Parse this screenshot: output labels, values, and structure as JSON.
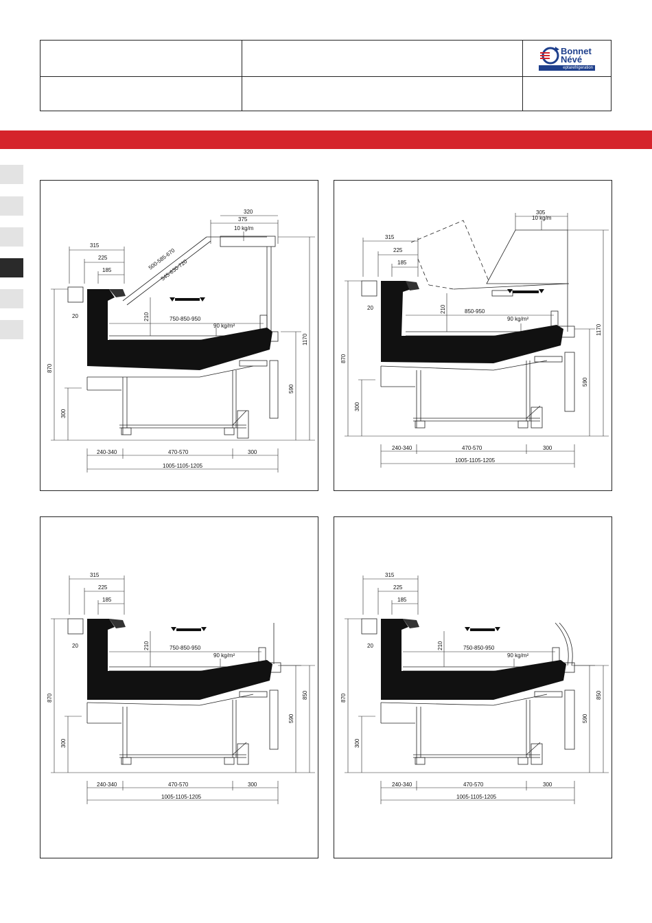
{
  "header": {
    "logo_line1": "Bonnet",
    "logo_line2": "Névé",
    "logo_tagline": "eptarefrigeration"
  },
  "colors": {
    "band": "#d5242b",
    "brand": "#1e3f8c",
    "tab": "#e3e3e3",
    "tab_active": "#2a2a2a"
  },
  "drawings": [
    {
      "top_dims": [
        "375",
        "320"
      ],
      "load_top": "10 kg/m",
      "glass_dims_1": "500-585-670",
      "glass_dims_2": "545-630-720",
      "left_dims": [
        "315",
        "225",
        "185"
      ],
      "small_dim": "20",
      "shelf_h": "210",
      "depth": "750-850-950",
      "load_shelf": "90  kg/m²",
      "heights": [
        "870",
        "300",
        "590",
        "1170"
      ],
      "bottom_dims": [
        "240-340",
        "470-570",
        "300"
      ],
      "total": "1005-1105-1205"
    },
    {
      "top_dims": [
        "305"
      ],
      "load_top": "10 kg/m",
      "left_dims": [
        "315",
        "225",
        "185"
      ],
      "small_dim": "20",
      "shelf_h": "210",
      "depth": "850-950",
      "load_shelf": "90  kg/m²",
      "heights": [
        "870",
        "300",
        "590",
        "1170"
      ],
      "bottom_dims": [
        "240-340",
        "470-570",
        "300"
      ],
      "total": "1005-1105-1205"
    },
    {
      "left_dims": [
        "315",
        "225",
        "185"
      ],
      "small_dim": "20",
      "shelf_h": "210",
      "depth": "750-850-950",
      "load_shelf": "90  kg/m²",
      "heights": [
        "870",
        "300",
        "590",
        "850"
      ],
      "bottom_dims": [
        "240-340",
        "470-570",
        "300"
      ],
      "total": "1005-1105-1205"
    },
    {
      "left_dims": [
        "315",
        "225",
        "185"
      ],
      "small_dim": "20",
      "shelf_h": "210",
      "depth": "750-850-950",
      "load_shelf": "90  kg/m²",
      "heights": [
        "870",
        "300",
        "590",
        "850"
      ],
      "bottom_dims": [
        "240-340",
        "470-570",
        "300"
      ],
      "total": "1005-1105-1205"
    }
  ]
}
